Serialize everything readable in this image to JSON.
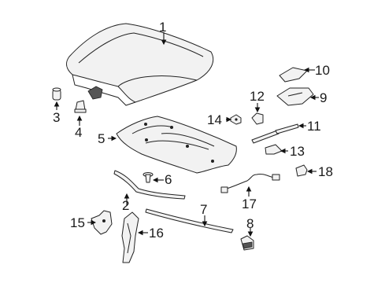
{
  "callouts": [
    {
      "id": "1",
      "text": "1"
    },
    {
      "id": "2",
      "text": "2"
    },
    {
      "id": "3",
      "text": "3"
    },
    {
      "id": "4",
      "text": "4"
    },
    {
      "id": "5",
      "text": "5"
    },
    {
      "id": "6",
      "text": "6"
    },
    {
      "id": "7",
      "text": "7"
    },
    {
      "id": "8",
      "text": "8"
    },
    {
      "id": "9",
      "text": "9"
    },
    {
      "id": "10",
      "text": "10"
    },
    {
      "id": "11",
      "text": "11"
    },
    {
      "id": "12",
      "text": "12"
    },
    {
      "id": "13",
      "text": "13"
    },
    {
      "id": "14",
      "text": "14"
    },
    {
      "id": "15",
      "text": "15"
    },
    {
      "id": "16",
      "text": "16"
    },
    {
      "id": "17",
      "text": "17"
    },
    {
      "id": "18",
      "text": "18"
    }
  ]
}
